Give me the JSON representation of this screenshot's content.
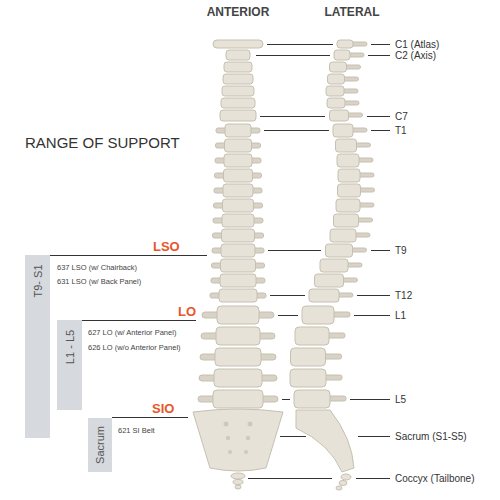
{
  "diagram": {
    "title": "RANGE OF SUPPORT",
    "nodes": [
      {
        "text": [
          "T9- S1"
        ]
      },
      {
        "text": [
          "L1 - L5"
        ]
      },
      {
        "text": [
          "Sacrum"
        ]
      }
    ],
    "labels": [
      "ANTERIOR",
      "LATERAL",
      "C1 (Atlas)",
      "C2 (Axis)",
      "C7",
      "T1",
      "T9",
      "T12",
      "L1",
      "L5",
      "Sacrum (S1-S5)",
      "Coccyx (Tailbone)",
      "LSO",
      "637 LSO (w/ Chairback)",
      "631 LSO (w/ Back Panel)",
      "LO",
      "627 LO (w/ Anterior Panel)",
      "626 LO (w/o Anterior Panel)",
      "SIO",
      "621 SI Belt"
    ]
  }
}
